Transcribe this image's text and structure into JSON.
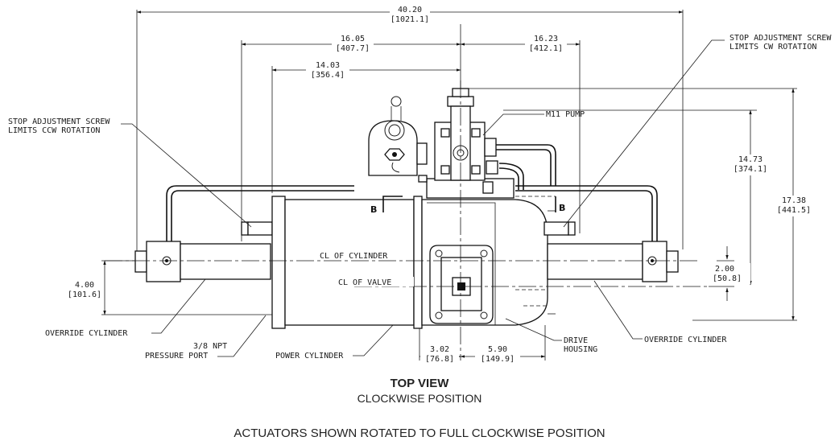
{
  "dimensions": {
    "overall_in": "40.20",
    "overall_mm": "[1021.1]",
    "left_in": "16.05",
    "left_mm": "[407.7]",
    "right_in": "16.23",
    "right_mm": "[412.1]",
    "body_in": "14.03",
    "body_mm": "[356.4]",
    "height_a_in": "14.73",
    "height_a_mm": "[374.1]",
    "height_b_in": "17.38",
    "height_b_mm": "[441.5]",
    "offset_left_in": "4.00",
    "offset_left_mm": "[101.6]",
    "offset_right_in": "2.00",
    "offset_right_mm": "[50.8]",
    "drive_a_in": "3.02",
    "drive_a_mm": "[76.8]",
    "drive_b_in": "5.90",
    "drive_b_mm": "[149.9]"
  },
  "labels": {
    "stop_left_1": "STOP ADJUSTMENT SCREW",
    "stop_left_2": "LIMITS CCW ROTATION",
    "stop_right_1": "STOP ADJUSTMENT SCREW",
    "stop_right_2": "LIMITS CW ROTATION",
    "pump": "M11 PUMP",
    "cl_cylinder": "CL OF CYLINDER",
    "cl_valve": "CL OF VALVE",
    "override_left": "OVERRIDE CYLINDER",
    "override_right": "OVERRIDE CYLINDER",
    "npt_1": "3/8 NPT",
    "npt_2": "PRESSURE PORT",
    "power_cylinder": "POWER CYLINDER",
    "drive_1": "DRIVE",
    "drive_2": "HOUSING",
    "section_left": "B",
    "section_right": "B"
  },
  "caption": {
    "title": "TOP VIEW",
    "subtitle": "CLOCKWISE POSITION",
    "footer": "ACTUATORS SHOWN ROTATED TO FULL CLOCKWISE POSITION"
  }
}
